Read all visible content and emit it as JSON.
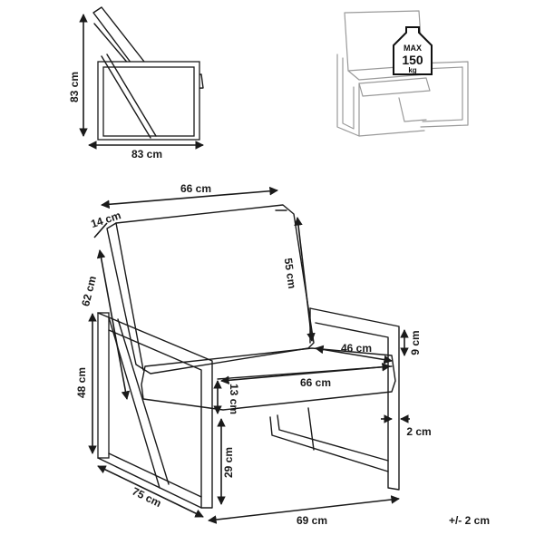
{
  "side_view": {
    "height_label": "83 cm",
    "depth_label": "83 cm"
  },
  "preview": {
    "badge_line1": "MAX",
    "badge_line2": "150",
    "badge_line3": "kg"
  },
  "main_view": {
    "overall_width_label": "66 cm",
    "backrest_depth_label": "14 cm",
    "backrest_height_label": "55 cm",
    "back_to_floor_label": "62 cm",
    "seat_depth_label": "46 cm",
    "armrest_clearance_label": "9 cm",
    "seat_width_label": "66 cm",
    "seat_thickness_label": "13 cm",
    "frame_width_label": "2 cm",
    "total_height_label": "48 cm",
    "seat_height_label": "29 cm",
    "depth_label": "75 cm",
    "width_label": "69 cm"
  },
  "tolerance_label": "+/- 2 cm",
  "colors": {
    "line": "#1a1a1a",
    "preview_line": "#9a9a9a"
  }
}
